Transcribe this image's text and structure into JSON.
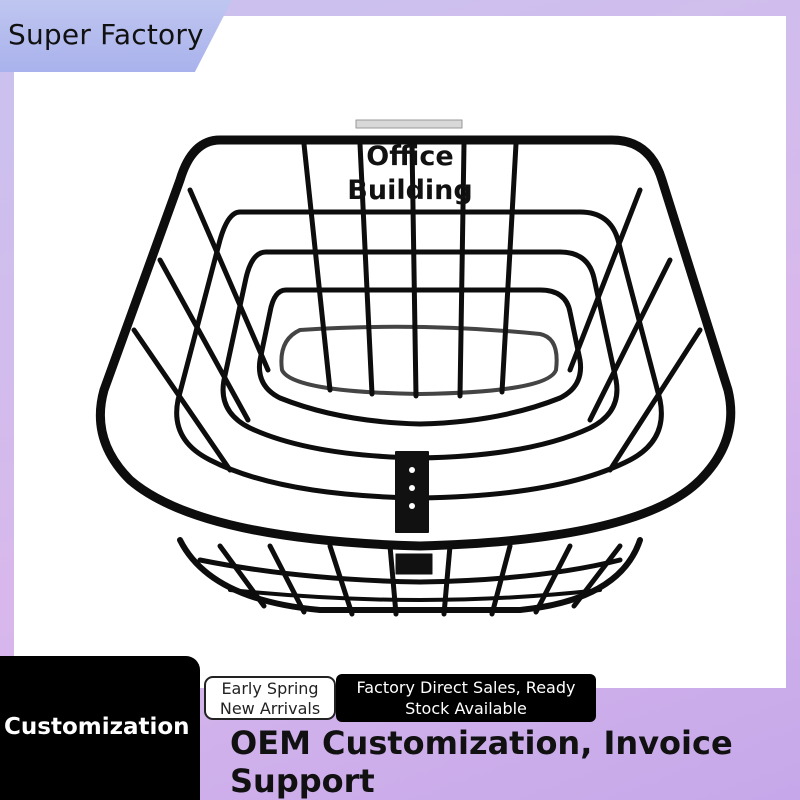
{
  "brand": {
    "name": "Super Factory"
  },
  "product": {
    "overlay_label_line1": "Office",
    "overlay_label_line2": "Building"
  },
  "badges": {
    "customization": "Customization",
    "tag_light_line1": "Early Spring",
    "tag_light_line2": "New Arrivals",
    "tag_dark_line1": "Factory Direct Sales, Ready",
    "tag_dark_line2": "Stock Available"
  },
  "footer": {
    "headline": "OEM Customization, Invoice Support"
  },
  "colors": {
    "frame": "#c9b4ec",
    "brand_tab": "#b4bcef",
    "basket": "#0d0d0d"
  }
}
